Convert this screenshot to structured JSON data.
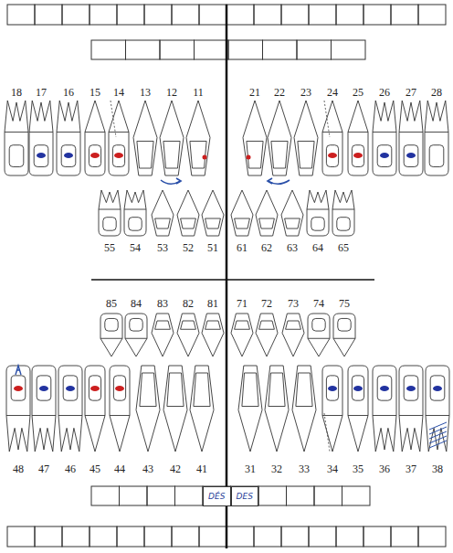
{
  "diagram": {
    "nodes": [
      {
        "text": [
          "DÉS"
        ]
      },
      {
        "text": [
          "DES"
        ]
      }
    ],
    "labels": [
      "18",
      "17",
      "16",
      "15",
      "14",
      "13",
      "12",
      "11",
      "21",
      "22",
      "23",
      "24",
      "25",
      "26",
      "27",
      "28",
      "55",
      "54",
      "53",
      "52",
      "51",
      "61",
      "62",
      "63",
      "64",
      "65",
      "85",
      "84",
      "83",
      "82",
      "81",
      "71",
      "72",
      "73",
      "74",
      "75",
      "48",
      "47",
      "46",
      "45",
      "44",
      "43",
      "42",
      "41",
      "31",
      "32",
      "33",
      "34",
      "35",
      "36",
      "37",
      "38"
    ]
  }
}
